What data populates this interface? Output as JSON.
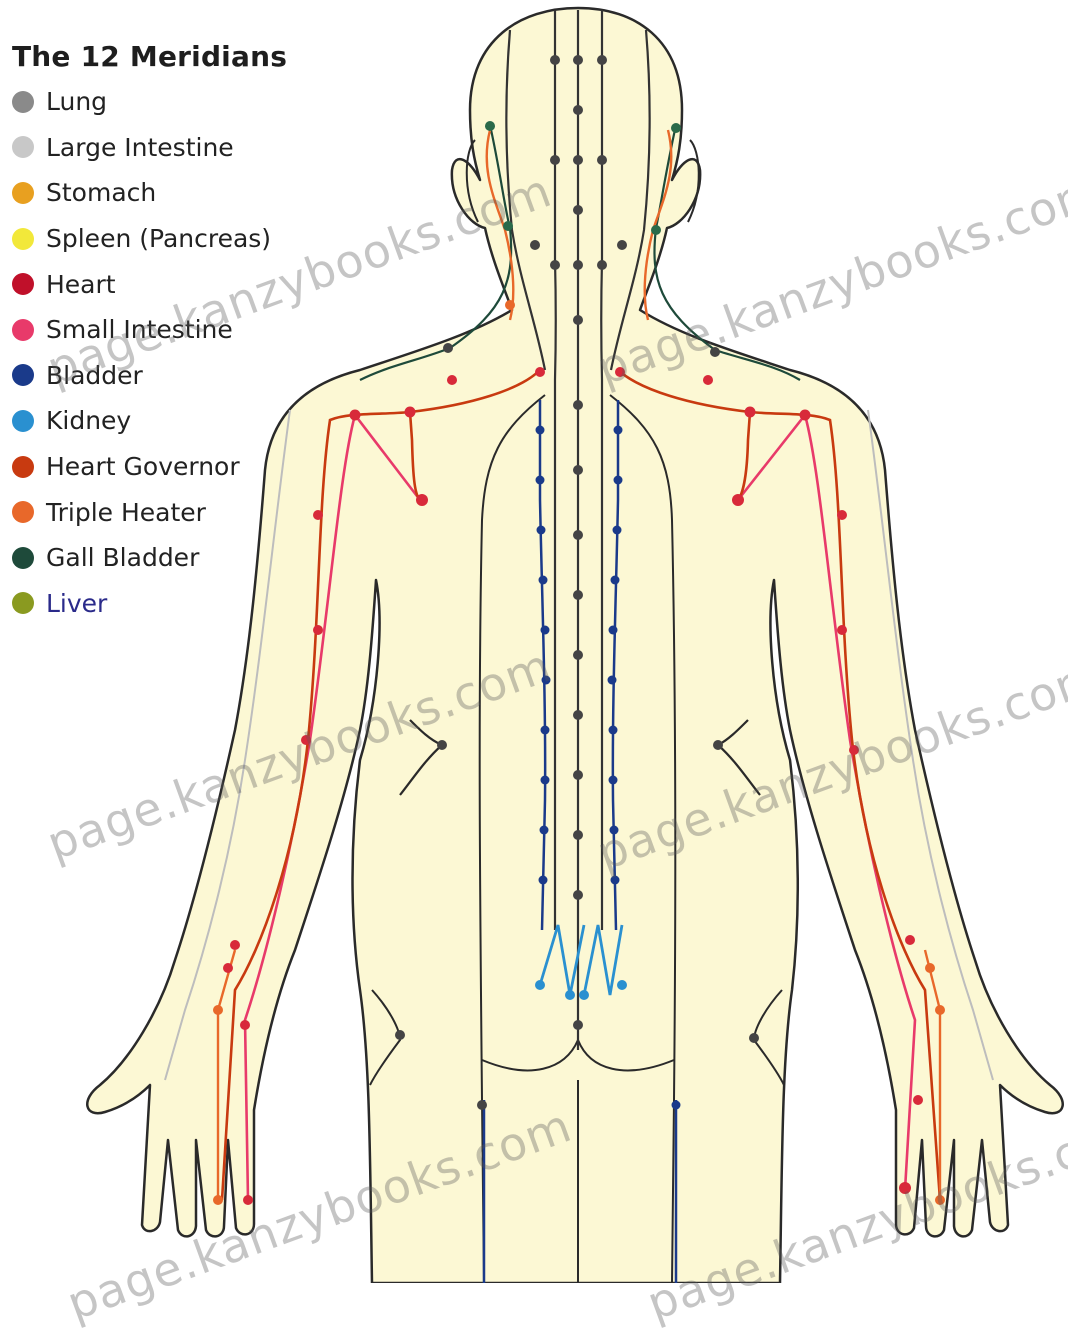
{
  "legend": {
    "title": "The 12 Meridians",
    "items": [
      {
        "label": "Lung",
        "color": "#8a8a8a"
      },
      {
        "label": "Large Intestine",
        "color": "#c8c8c8"
      },
      {
        "label": "Stomach",
        "color": "#e8a020"
      },
      {
        "label": "Spleen (Pancreas)",
        "color": "#f2e83a"
      },
      {
        "label": "Heart",
        "color": "#c0102a"
      },
      {
        "label": "Small Intestine",
        "color": "#e83a6a"
      },
      {
        "label": "Bladder",
        "color": "#1a3a8a"
      },
      {
        "label": "Kidney",
        "color": "#2a90d0"
      },
      {
        "label": "Heart Governor",
        "color": "#c83a10"
      },
      {
        "label": "Triple Heater",
        "color": "#e8682a"
      },
      {
        "label": "Gall Bladder",
        "color": "#1e4a3a"
      },
      {
        "label": "Liver",
        "color": "#8a9a20"
      }
    ]
  },
  "watermark": "page.kanzybooks.com",
  "colors": {
    "skin": "#fcf8d4",
    "outline": "#2a2a2a",
    "governing": "#333333"
  }
}
